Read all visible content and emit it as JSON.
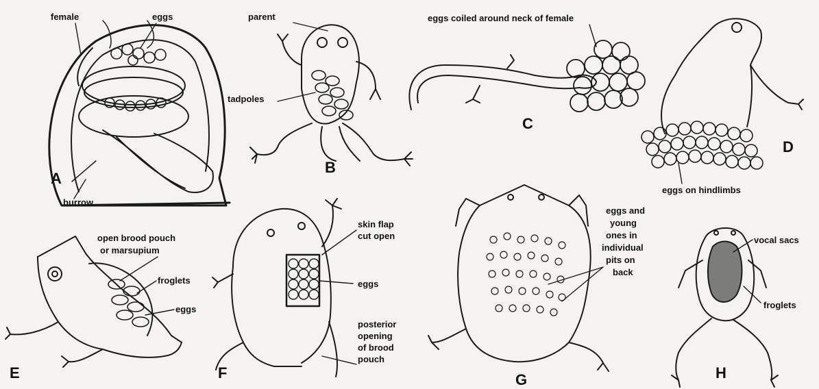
{
  "figure": {
    "panels": [
      {
        "letter": "A",
        "labels": [
          "female",
          "eggs",
          "burrow"
        ]
      },
      {
        "letter": "B",
        "labels": [
          "parent",
          "tadpoles"
        ]
      },
      {
        "letter": "C",
        "labels": [
          "eggs coiled around neck of female"
        ]
      },
      {
        "letter": "D",
        "labels": [
          "eggs on hindlimbs"
        ]
      },
      {
        "letter": "E",
        "labels": [
          "open brood pouch",
          "or marsupium",
          "froglets",
          "eggs"
        ]
      },
      {
        "letter": "F",
        "labels": [
          "skin flap",
          "cut open",
          "eggs",
          "posterior",
          "opening",
          "of brood",
          "pouch"
        ]
      },
      {
        "letter": "G",
        "labels": [
          "eggs and",
          "young",
          "ones in",
          "individual",
          "pits on",
          "back"
        ]
      },
      {
        "letter": "H",
        "labels": [
          "vocal sacs",
          "froglets"
        ]
      }
    ]
  }
}
